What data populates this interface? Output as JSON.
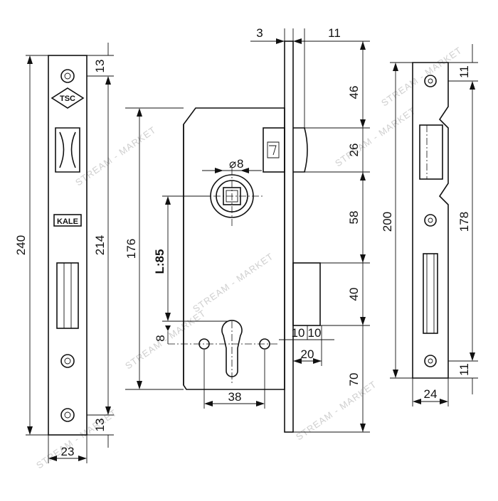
{
  "dimensions": {
    "faceplate_length": "240",
    "faceplate_inner": "214",
    "screw_offset_top": "13",
    "screw_offset_bottom": "13",
    "faceplate_width": "23",
    "body_height": "176",
    "spindle_square": "8",
    "center_distance": "L:85",
    "cylinder_offset": "8",
    "fixing_hole_spacing": "38",
    "backset_a": "10",
    "backset_b": "10",
    "backset_total": "20",
    "plate_thickness": "3",
    "plate_projection": "11",
    "latch_from_top": "46",
    "latch_height": "26",
    "latch_to_bolt": "58",
    "bolt_height": "40",
    "bolt_to_bottom": "70",
    "strike_length": "200",
    "strike_inner": "178",
    "strike_screw_top": "11",
    "strike_screw_bottom": "11",
    "strike_width": "24"
  },
  "logos": {
    "top": "TSC",
    "middle": "KALE"
  },
  "watermark": "STREAM - MARKET"
}
